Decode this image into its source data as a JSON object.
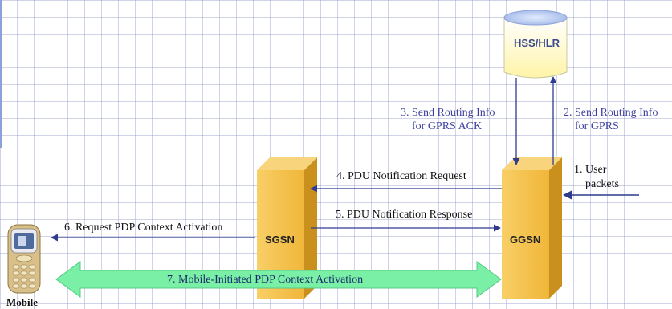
{
  "nodes": {
    "hss": "HSS/HLR",
    "sgsn": "SGSN",
    "ggsn": "GGSN",
    "mobile": "Mobile"
  },
  "messages": {
    "m1_line1": "1. User",
    "m1_line2": "packets",
    "m2_line1": "2. Send Routing Info",
    "m2_line2": "for GPRS",
    "m3_line1": "3. Send Routing Info",
    "m3_line2": "for GPRS ACK",
    "m4": "4. PDU Notification Request",
    "m5": "5. PDU Notification Response",
    "m6": "6. Request PDP Context Activation",
    "m7": "7. Mobile-Initiated PDP Context Activation"
  },
  "colors": {
    "box_front": "#f6c24a",
    "box_side": "#c9901e",
    "box_top": "#f8d57c",
    "cylinder": "#fffbc8",
    "arrow": "#2f3b8f",
    "wide_arrow": "#7af0a6",
    "text_blue": "#3b3f9e"
  }
}
